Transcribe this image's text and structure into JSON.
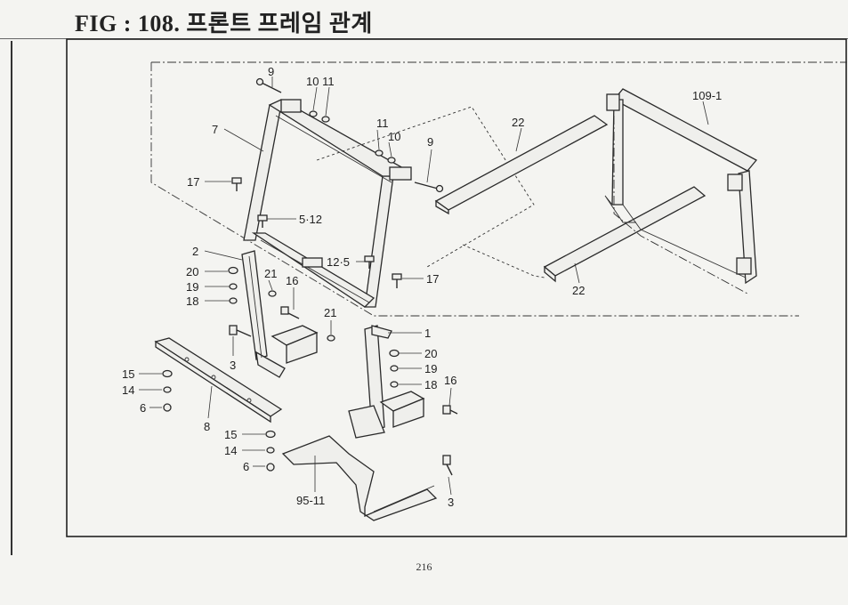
{
  "header": {
    "title": "FIG : 108. 프론트 프레임 관계"
  },
  "footer": {
    "page_number": "216"
  },
  "callouts": {
    "p9a": "9",
    "p10_11": "10 11",
    "p11": "11",
    "p10": "10",
    "p9b": "9",
    "p7": "7",
    "p17a": "17",
    "p5_12a": "5·12",
    "p12_5": "12·5",
    "p17b": "17",
    "p2": "2",
    "p20a": "20",
    "p19a": "19",
    "p18a": "18",
    "p21a": "21",
    "p16a": "16",
    "p21b": "21",
    "p3a": "3",
    "p1": "1",
    "p20b": "20",
    "p19b": "19",
    "p18b": "18",
    "p16b": "16",
    "p15a": "15",
    "p14a": "14",
    "p6a": "6",
    "p8": "8",
    "p15b": "15",
    "p14b": "14",
    "p6b": "6",
    "p95_11": "95-11",
    "p3b": "3",
    "p22a": "22",
    "p22b": "22",
    "p109_1": "109-1"
  }
}
